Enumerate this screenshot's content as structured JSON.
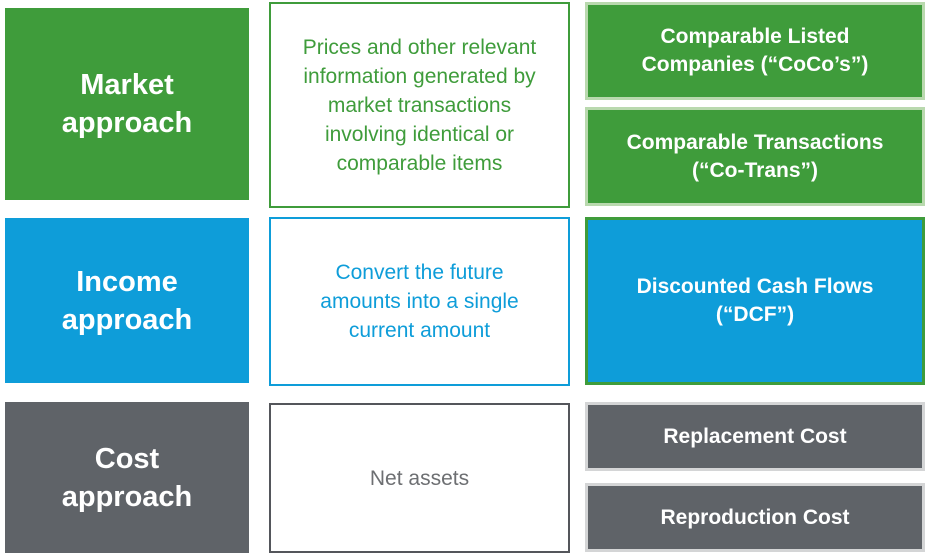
{
  "palette": {
    "green": "#3F9C3B",
    "green_light_border": "#B9D9AE",
    "blue": "#0E9DD9",
    "gray": "#5F6368",
    "gray_light_border": "#D4D5D6",
    "gray_dark_border": "#54565B",
    "gray_text": "#6D6F72",
    "white": "#FFFFFF"
  },
  "rows": [
    {
      "approach_label": "Market\napproach",
      "description": "Prices and other relevant\ninformation generated by\nmarket transactions\ninvolving identical or\ncomparable items",
      "methods": [
        {
          "label": "Comparable Listed\nCompanies (“CoCo’s”)"
        },
        {
          "label": "Comparable Transactions\n(“Co-Trans”)"
        }
      ]
    },
    {
      "approach_label": "Income\napproach",
      "description": "Convert the future\namounts into a single\ncurrent amount",
      "methods": [
        {
          "label": "Discounted Cash Flows\n(“DCF”)"
        }
      ]
    },
    {
      "approach_label": "Cost\napproach",
      "description": "Net assets",
      "methods": [
        {
          "label": "Replacement Cost"
        },
        {
          "label": "Reproduction Cost"
        }
      ]
    }
  ]
}
